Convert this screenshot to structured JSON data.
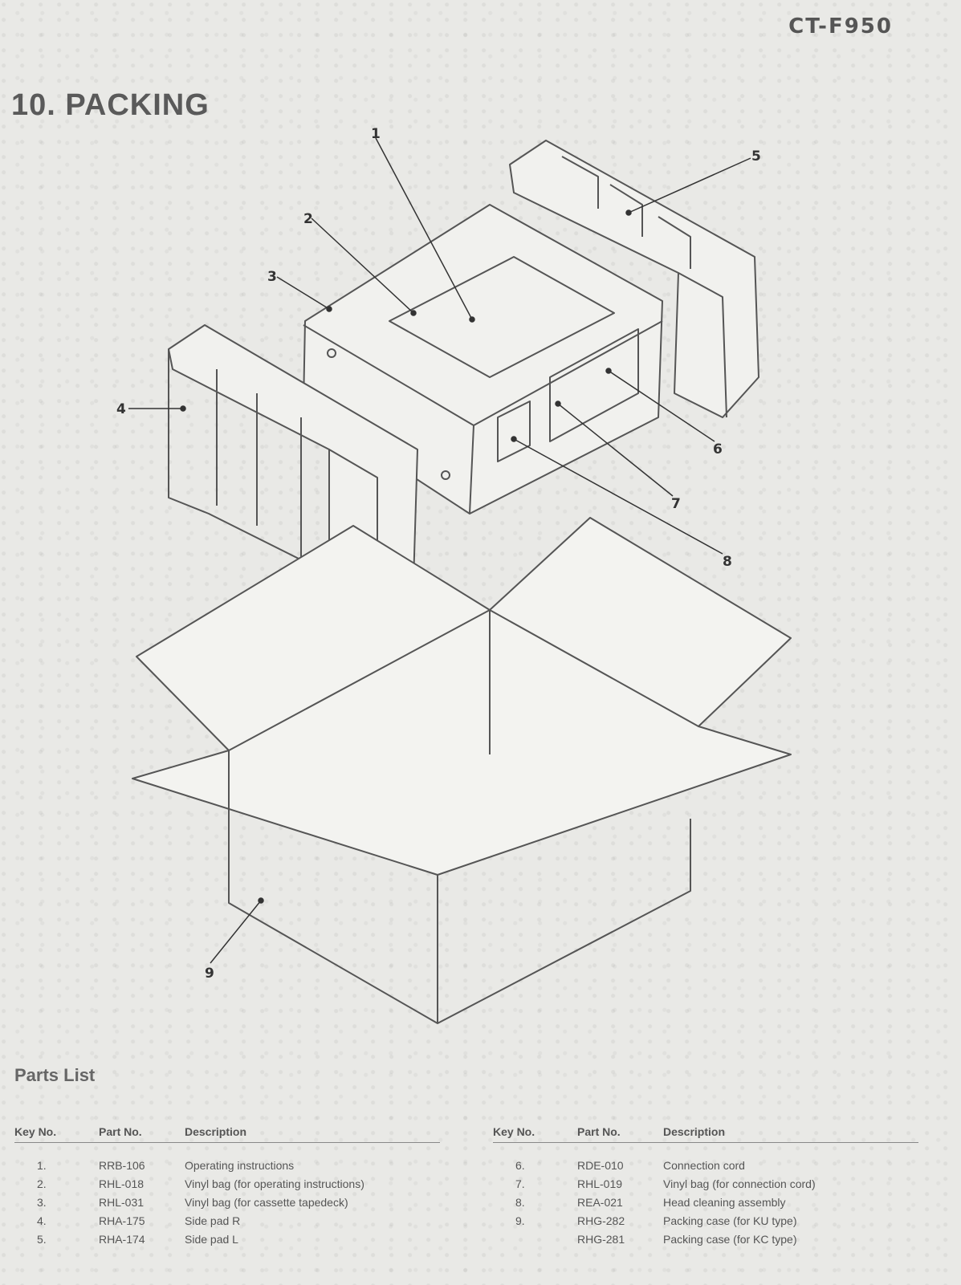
{
  "header": {
    "model": "CT-F950",
    "section_title": "10. PACKING"
  },
  "diagram": {
    "callouts": [
      "1",
      "2",
      "3",
      "4",
      "5",
      "6",
      "7",
      "8",
      "9"
    ]
  },
  "parts_list": {
    "title": "Parts List",
    "columns": [
      "Key No.",
      "Part No.",
      "Description"
    ],
    "left": [
      {
        "key": "1.",
        "part": "RRB-106",
        "desc": "Operating instructions"
      },
      {
        "key": "2.",
        "part": "RHL-018",
        "desc": "Vinyl bag (for operating instructions)"
      },
      {
        "key": "3.",
        "part": "RHL-031",
        "desc": "Vinyl bag (for cassette tapedeck)"
      },
      {
        "key": "4.",
        "part": "RHA-175",
        "desc": "Side pad R"
      },
      {
        "key": "5.",
        "part": "RHA-174",
        "desc": "Side pad L"
      }
    ],
    "right": [
      {
        "key": "6.",
        "part": "RDE-010",
        "desc": "Connection cord"
      },
      {
        "key": "7.",
        "part": "RHL-019",
        "desc": "Vinyl bag (for connection cord)"
      },
      {
        "key": "8.",
        "part": "REA-021",
        "desc": "Head cleaning assembly"
      },
      {
        "key": "9.",
        "part": "RHG-282",
        "desc": "Packing case (for KU type)"
      },
      {
        "key": "",
        "part": "RHG-281",
        "desc": "Packing case (for KC type)"
      }
    ]
  }
}
